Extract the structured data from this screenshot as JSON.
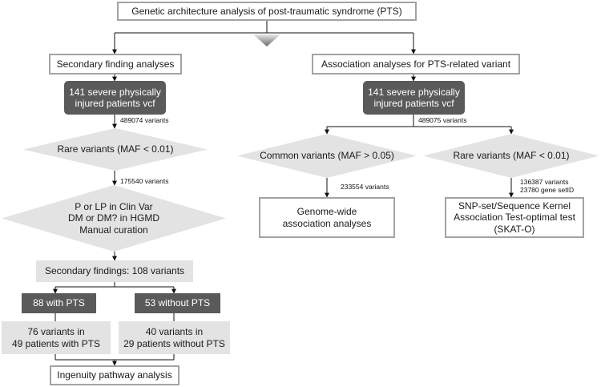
{
  "title": "Genetic architecture analysis of post-traumatic syndrome (PTS)",
  "left": {
    "header": "Secondary finding analyses",
    "input": "141 severe physically injured patients vcf",
    "count1": "489074 variants",
    "filter1": "Rare variants (MAF < 0.01)",
    "count2": "175540 variants",
    "filter2_lines": [
      "P or LP in Clin Var",
      "DM or DM? in HGMD",
      "Manual curation"
    ],
    "secondary": "Secondary findings: 108 variants",
    "with_pts": "88 with PTS",
    "without_pts": "53 without PTS",
    "with_detail": [
      "76 variants in",
      "49 patients with PTS"
    ],
    "without_detail": [
      "40 variants in",
      "29 patients without PTS"
    ],
    "pathway": "Ingenuity pathway analysis"
  },
  "right": {
    "header": "Association analyses for PTS-related variant",
    "input": "141 severe physically injured patients vcf",
    "count1": "489075 variants",
    "common": "Common variants (MAF > 0.05)",
    "rare": "Rare variants (MAF < 0.01)",
    "common_count": "233554 variants",
    "rare_count_lines": [
      "136387 variants",
      "23780 gene setID"
    ],
    "gwas_lines": [
      "Genome-wide",
      "association analyses"
    ],
    "skat_lines": [
      "SNP-set/Sequence Kernel",
      "Association Test-optimal test",
      "(SKAT-O)"
    ]
  },
  "colors": {
    "border": "#a3a3a3",
    "dark_fill": "#5a5a5a",
    "light_fill": "#e3e3e3",
    "line": "#111111"
  }
}
